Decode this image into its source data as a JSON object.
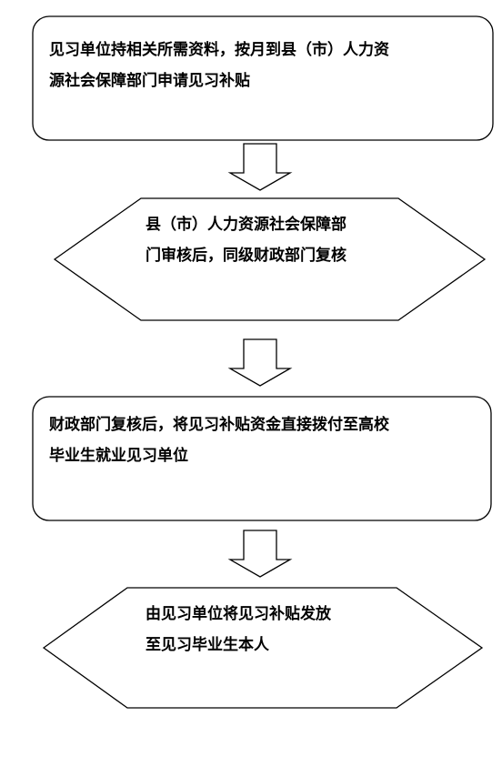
{
  "steps": [
    {
      "lines": [
        "见习单位持相关所需资料，按月到县（市）人力资",
        "源社会保障部门申请见习补贴"
      ]
    },
    {
      "lines": [
        "县（市）人力资源社会保障部",
        "门审核后，同级财政部门复核"
      ]
    },
    {
      "lines": [
        "财政部门复核后，将见习补贴资金直接拨付至高校",
        "毕业生就业见习单位"
      ]
    },
    {
      "lines": [
        "由见习单位将见习补贴发放",
        "至见习毕业生本人"
      ]
    }
  ],
  "colors": {
    "stroke": "#000000",
    "fill": "#ffffff",
    "text": "#000000"
  }
}
